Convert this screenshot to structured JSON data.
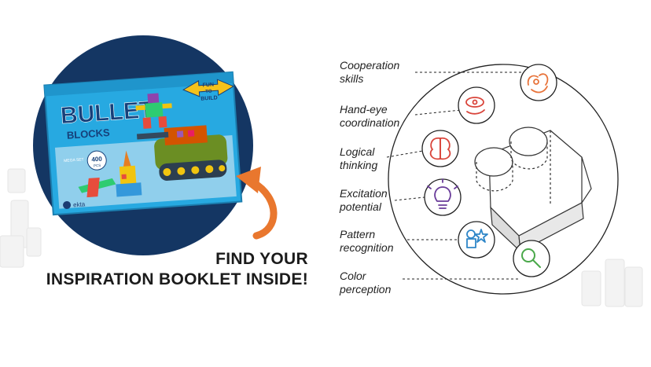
{
  "box": {
    "brand_line1": "BULLET",
    "brand_line2": "BLOCKS",
    "badge_top": "FUN",
    "badge_mid": "TO",
    "badge_bottom": "BUILD",
    "count_number": "400",
    "count_unit": "PCS",
    "tag_text": "MEGA SET",
    "logo_text": "ekta"
  },
  "cta": {
    "line1": "FIND YOUR",
    "line2": "INSPIRATION BOOKLET INSIDE!"
  },
  "skills": [
    {
      "line1": "Cooperation",
      "line2": "skills",
      "icon": "hands-icon"
    },
    {
      "line1": "Hand-eye",
      "line2": "coordination",
      "icon": "eye-hand-icon"
    },
    {
      "line1": "Logical",
      "line2": "thinking",
      "icon": "brain-icon"
    },
    {
      "line1": "Excitation",
      "line2": "potential",
      "icon": "lightbulb-icon"
    },
    {
      "line1": "Pattern",
      "line2": "recognition",
      "icon": "shapes-icon"
    },
    {
      "line1": "Color",
      "line2": "perception",
      "icon": "magnifier-icon"
    }
  ],
  "colors": {
    "box_blue": "#27a9e1",
    "box_dark": "#163a6e",
    "arrow_orange": "#e9772e",
    "icon_orange": "#e8743b",
    "icon_red": "#d9453b",
    "icon_purple": "#6a3d9a",
    "icon_blue": "#2e86c8",
    "icon_green": "#4aa84a"
  }
}
